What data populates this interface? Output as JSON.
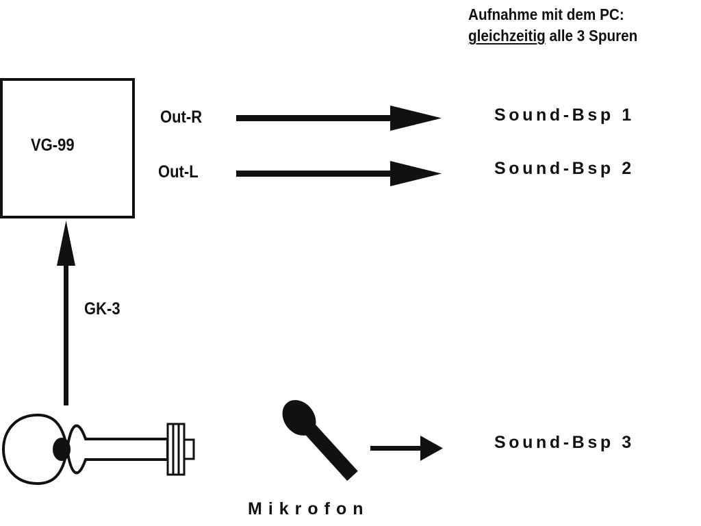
{
  "heading": {
    "line1": "Aufnahme mit dem PC:",
    "line2_underlined": "gleichzeitig",
    "line2_rest": " alle 3 Spuren"
  },
  "device": {
    "label": "VG-99"
  },
  "outputs": [
    {
      "label": "Out-R",
      "target": "Sound-Bsp 1"
    },
    {
      "label": "Out-L",
      "target": "Sound-Bsp 2"
    }
  ],
  "pickup": {
    "label": "GK-3"
  },
  "microphone": {
    "label": "Mikrofon",
    "target": "Sound-Bsp 3"
  },
  "icons": [
    "guitar-icon",
    "microphone-icon",
    "arrow-icon"
  ],
  "colors": {
    "ink": "#111111",
    "background": "#ffffff"
  }
}
